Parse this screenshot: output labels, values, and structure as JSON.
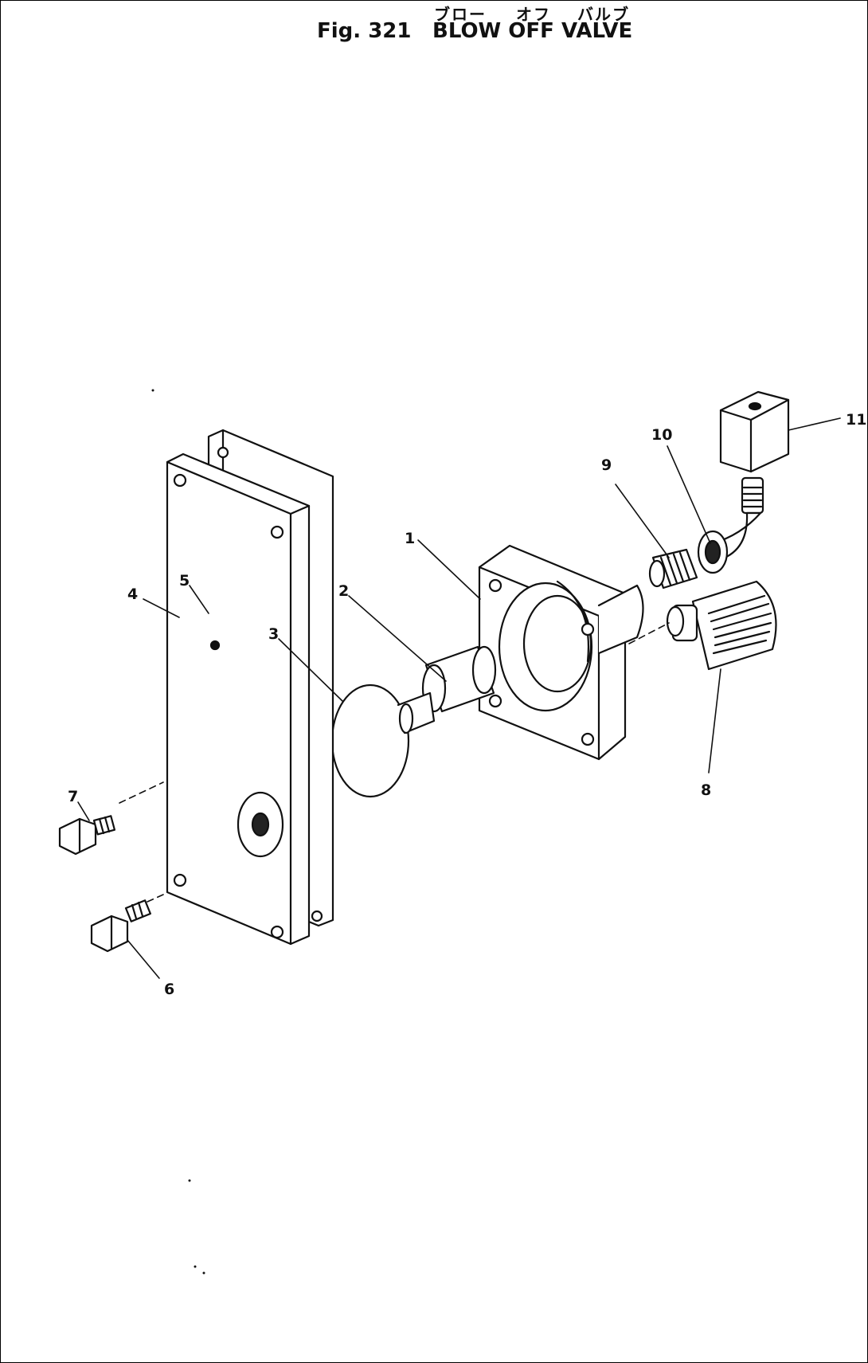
{
  "title": {
    "jp_part1": "ブロー",
    "jp_part2": "オフ",
    "jp_part3": "バルブ",
    "fig_label": "Fig. 321",
    "name": "BLOW OFF VALVE"
  },
  "callouts": [
    "1",
    "2",
    "3",
    "4",
    "5",
    "6",
    "7",
    "8",
    "9",
    "10",
    "11"
  ]
}
